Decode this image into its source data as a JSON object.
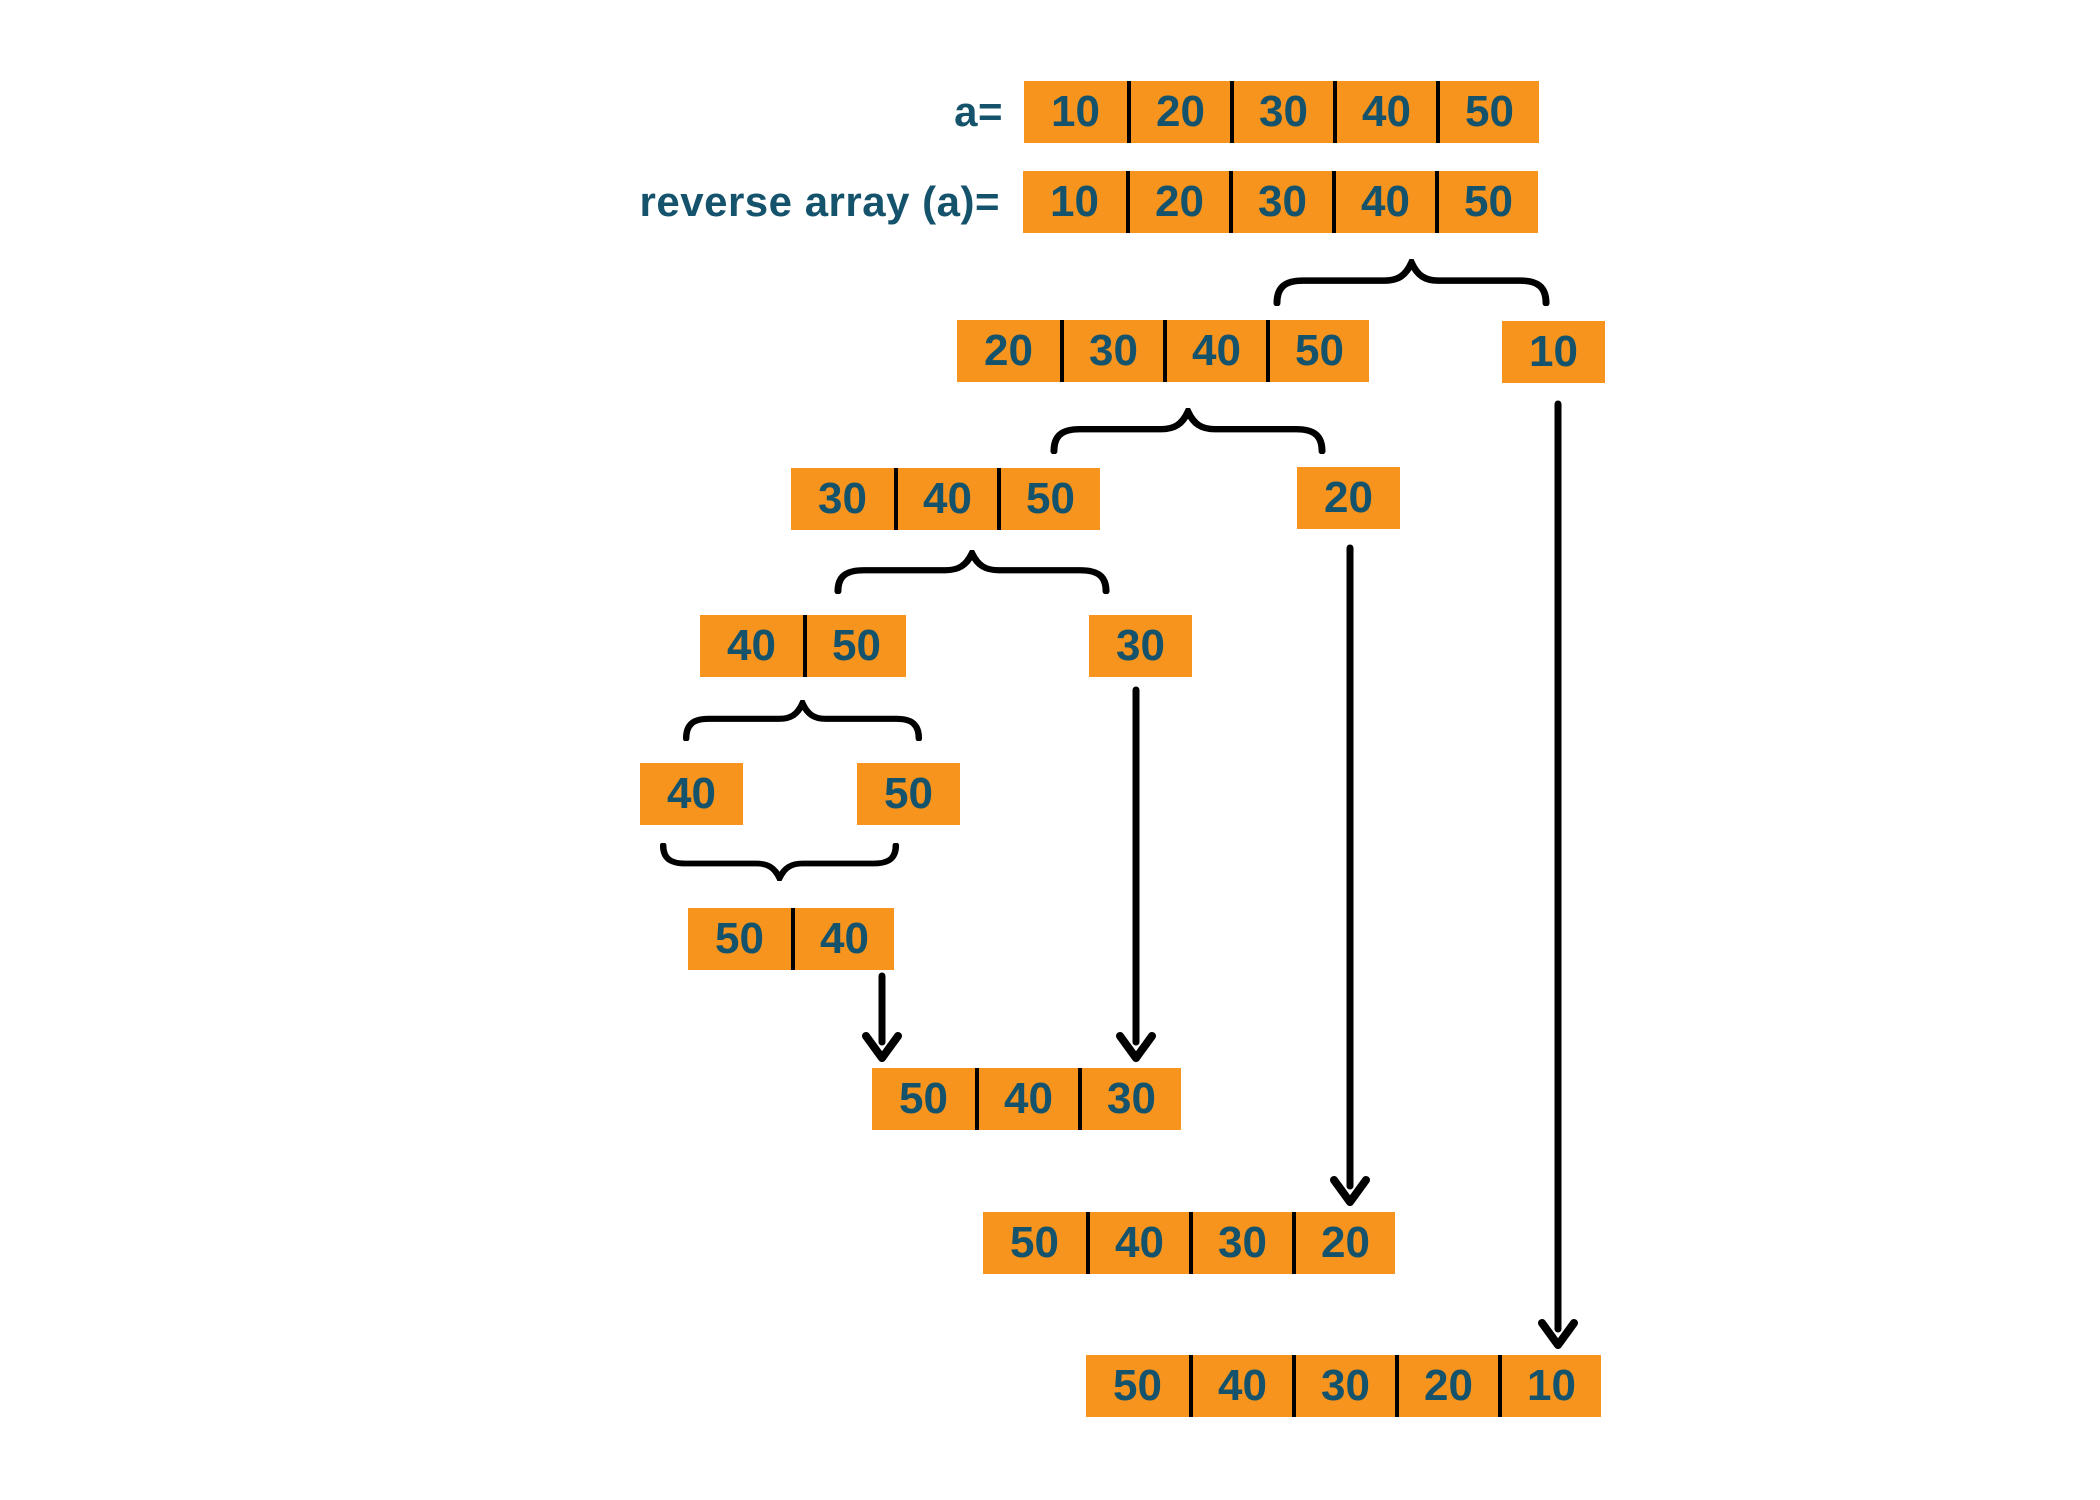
{
  "labels": {
    "a": "a=",
    "reverse": "reverse array (a)="
  },
  "colors": {
    "cell_bg": "#F7941E",
    "text": "#14536B",
    "line": "#000000",
    "background": "#FFFFFF"
  },
  "rows": {
    "a": [
      "10",
      "20",
      "30",
      "40",
      "50"
    ],
    "reverse_input": [
      "10",
      "20",
      "30",
      "40",
      "50"
    ],
    "split1_rest": [
      "20",
      "30",
      "40",
      "50"
    ],
    "split2_rest": [
      "30",
      "40",
      "50"
    ],
    "split3_rest": [
      "40",
      "50"
    ],
    "merge1": [
      "50",
      "40"
    ],
    "merge2": [
      "50",
      "40",
      "30"
    ],
    "merge3": [
      "50",
      "40",
      "30",
      "20"
    ],
    "result": [
      "50",
      "40",
      "30",
      "20",
      "10"
    ]
  },
  "boxes": {
    "first_of_split1": "10",
    "first_of_split2": "20",
    "first_of_split3": "30",
    "single_left": "40",
    "single_right": "50"
  }
}
